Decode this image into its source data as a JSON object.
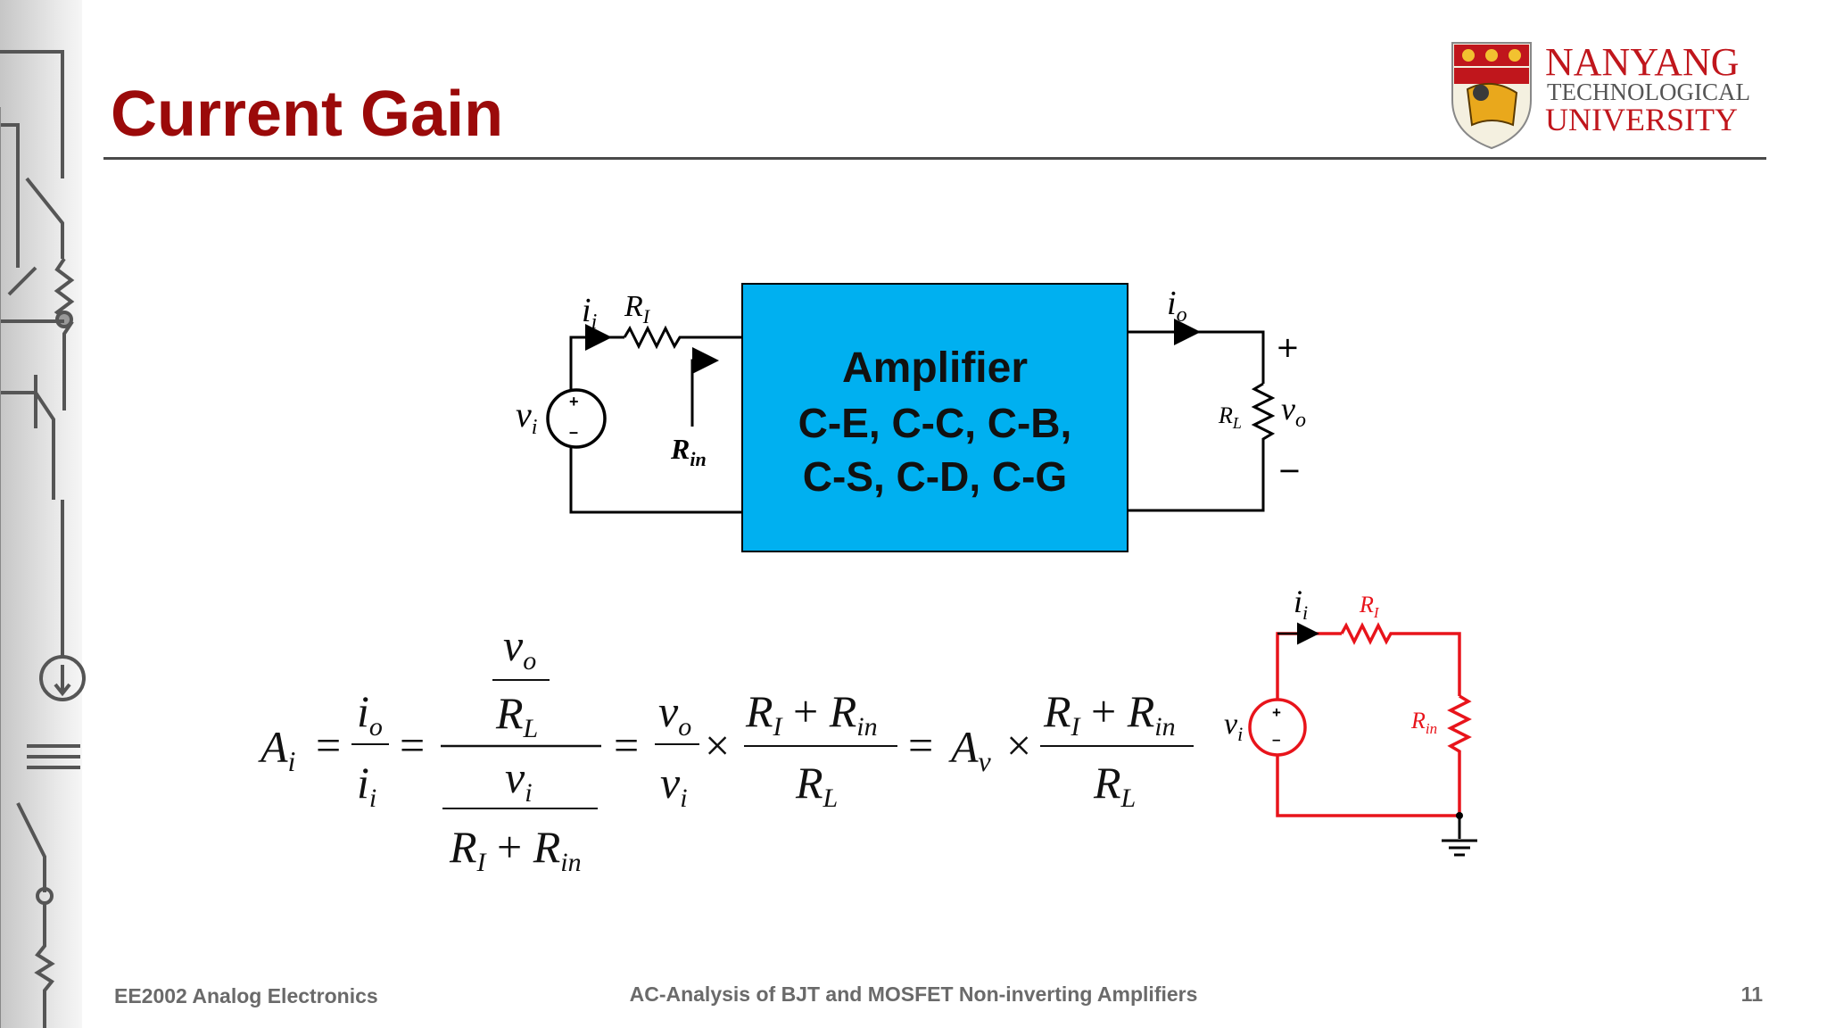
{
  "slide": {
    "title": "Current Gain",
    "logo": {
      "line1": "NANYANG",
      "line2": "TECHNOLOGICAL",
      "line3": "UNIVERSITY"
    },
    "amplifier_box": {
      "line1": "Amplifier",
      "line2": "C-E, C-C, C-B,",
      "line3": "C-S, C-D, C-G",
      "color": "#00b0f0"
    },
    "accent_color": "#9b0a0a",
    "diagram_color": "#e8141b"
  },
  "footer": {
    "course": "EE2002 Analog Electronics",
    "topic": "AC-Analysis of BJT and MOSFET Non-inverting Amplifiers",
    "page": "11"
  }
}
